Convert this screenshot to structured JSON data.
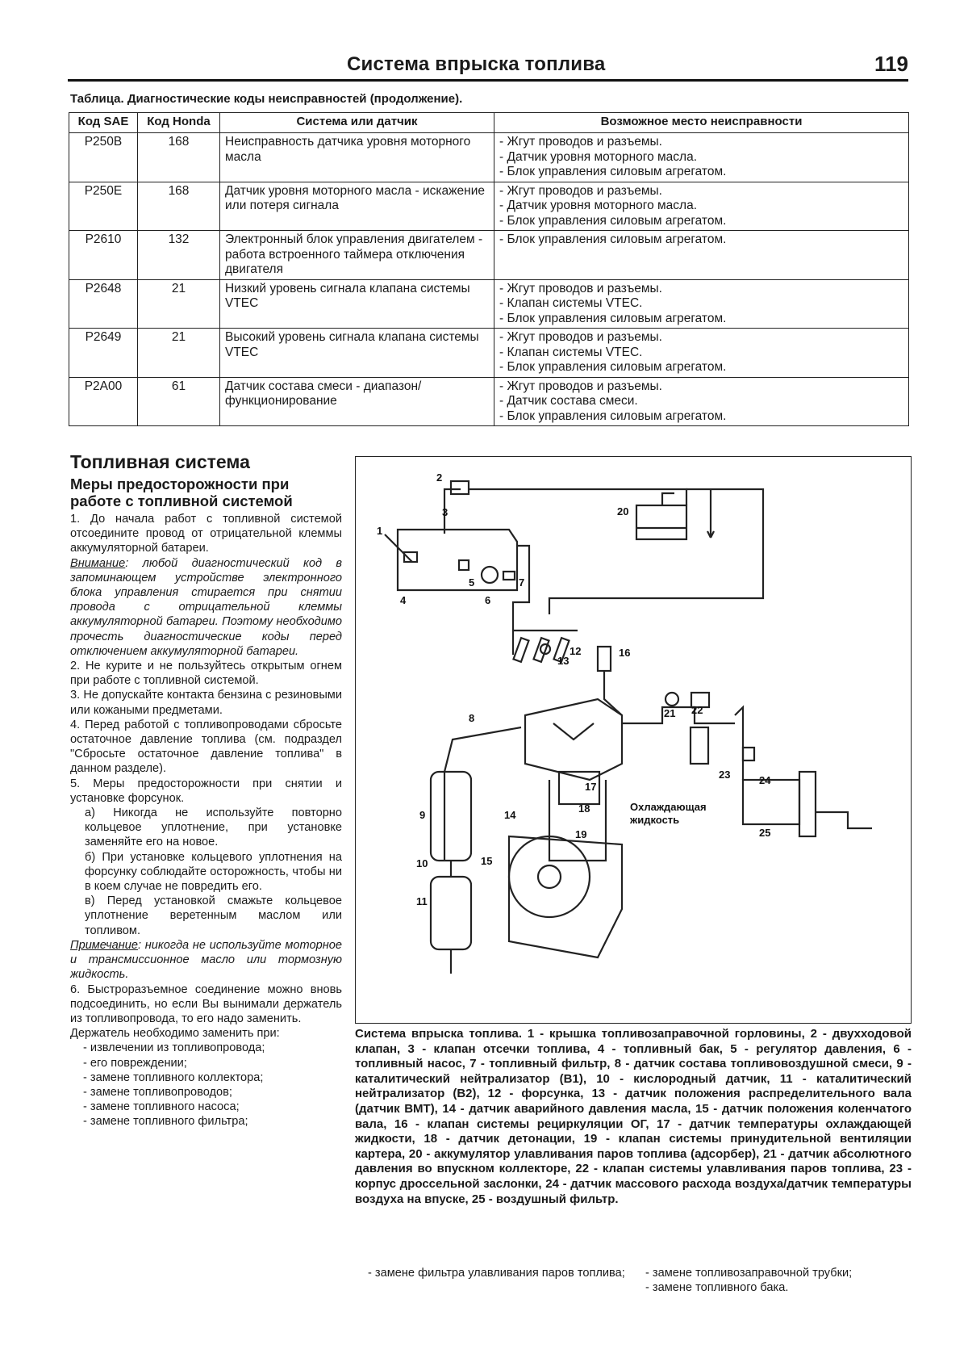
{
  "header": {
    "title": "Система впрыска топлива",
    "page_number": "119"
  },
  "table": {
    "caption": "Таблица. Диагностические коды неисправностей (продолжение).",
    "columns": [
      "Код SAE",
      "Код Honda",
      "Система или датчик",
      "Возможное место неисправности"
    ],
    "rows": [
      {
        "sae": "P250B",
        "honda": "168",
        "system": "Неисправность датчика уровня моторного масла",
        "faults": [
          "- Жгут проводов и разъемы.",
          "- Датчик уровня моторного масла.",
          "- Блок управления силовым агрегатом."
        ]
      },
      {
        "sae": "P250E",
        "honda": "168",
        "system": "Датчик уровня моторного масла - искажение или потеря сигнала",
        "faults": [
          "- Жгут проводов и разъемы.",
          "- Датчик уровня моторного масла.",
          "- Блок управления силовым агрегатом."
        ]
      },
      {
        "sae": "P2610",
        "honda": "132",
        "system": "Электронный блок управления двигателем - работа встроенного таймера отключения двигателя",
        "faults": [
          "- Блок управления силовым агрегатом."
        ]
      },
      {
        "sae": "P2648",
        "honda": "21",
        "system": "Низкий уровень сигнала клапана системы VTEC",
        "faults": [
          "- Жгут проводов и разъемы.",
          "- Клапан системы VTEC.",
          "- Блок управления силовым агрегатом."
        ]
      },
      {
        "sae": "P2649",
        "honda": "21",
        "system": "Высокий уровень сигнала клапана системы VTEC",
        "faults": [
          "- Жгут проводов и разъемы.",
          "- Клапан системы VTEC.",
          "- Блок управления силовым агрегатом."
        ]
      },
      {
        "sae": "P2A00",
        "honda": "61",
        "system": "Датчик состава смеси - диапазон/функционирование",
        "faults": [
          "- Жгут проводов и разъемы.",
          "- Датчик состава смеси.",
          "- Блок управления силовым агрегатом."
        ]
      }
    ]
  },
  "left_column": {
    "heading": "Топливная система",
    "subheading": "Меры предосторожности при работе с топливной системой",
    "p1": "1. До начала работ с топливной системой отсоедините провод от отрицательной клеммы аккумуляторной батареи.",
    "attention_label": "Внимание",
    "attention_text": ": любой диагностический код в запоминающем устройстве электронного блока управления стирается при снятии провода с отрицательной клеммы аккумуляторной батареи. Поэтому необходимо прочесть диагностические коды перед отключением аккумуляторной батареи.",
    "p2": "2. Не курите и не пользуйтесь открытым огнем при работе с топливной системой.",
    "p3": "3. Не допускайте контакта бензина с резиновыми или кожаными предметами.",
    "p4": "4. Перед работой с топливопроводами сбросьте остаточное давление топлива (см. подраздел \"Сбросьте остаточное давление топлива\" в данном разделе).",
    "p5": "5. Меры предосторожности при снятии и установке форсунок.",
    "p5a": "а) Никогда не используйте повторно кольцевое уплотнение, при установке заменяйте его на новое.",
    "p5b": "б) При установке кольцевого уплотнения на форсунку соблюдайте осторожность, чтобы ни в коем случае не повредить его.",
    "p5c": "в) Перед установкой смажьте кольцевое уплотнение веретенным маслом или топливом.",
    "note_label": "Примечание",
    "note_text": ": никогда не используйте моторное и трансмиссионное масло или тормозную жидкость.",
    "p6": "6. Быстроразъемное соединение можно вновь подсоединить, но если Вы вынимали держатель из топливопровода, то его надо заменить.",
    "p7": "Держатель необходимо заменить при:",
    "items": [
      "- извлечении из топливопровода;",
      "- его повреждении;",
      "- замене топливного коллектора;",
      "- замене топливопроводов;",
      "- замене топливного насоса;",
      "- замене топливного фильтра;"
    ]
  },
  "diagram": {
    "labels": [
      "1",
      "2",
      "3",
      "4",
      "5",
      "6",
      "7",
      "8",
      "9",
      "10",
      "11",
      "12",
      "13",
      "14",
      "15",
      "16",
      "17",
      "18",
      "19",
      "20",
      "21",
      "22",
      "23",
      "24",
      "25"
    ],
    "coolant_label_1": "Охлаждающая",
    "coolant_label_2": "жидкость"
  },
  "figure_caption": "Система впрыска топлива. 1 - крышка топливозаправочной горловины, 2 - двухходовой клапан, 3 - клапан отсечки топлива, 4 - топливный бак, 5 - регулятор давления, 6 - топливный насос, 7 - топливный фильтр, 8 - датчик состава топливовоздушной смеси, 9 - каталитический нейтрализатор (B1), 10 - кислородный датчик, 11 - каталитический нейтрализатор (B2), 12 - форсунка, 13 - датчик положения распределительного вала (датчик ВМТ), 14 - датчик аварийного давления масла, 15 - датчик положения коленчатого вала, 16 - клапан системы рециркуляции ОГ, 17 - датчик температуры охлаждающей жидкости, 18 - датчик детонации, 19 - клапан системы принудительной вентиляции картера, 20 - аккумулятор улавливания паров топлива (адсорбер), 21 - датчик абсолютного давления во впускном коллекторе, 22 - клапан системы улавливания паров топлива, 23 - корпус дроссельной заслонки, 24 - датчик массового расхода воздуха/датчик температуры воздуха на впуске, 25 - воздушный фильтр.",
  "bottom": {
    "left_item": "- замене фильтра улавливания паров топлива;",
    "right_items": [
      "- замене топливозаправочной трубки;",
      "- замене топливного бака."
    ]
  }
}
